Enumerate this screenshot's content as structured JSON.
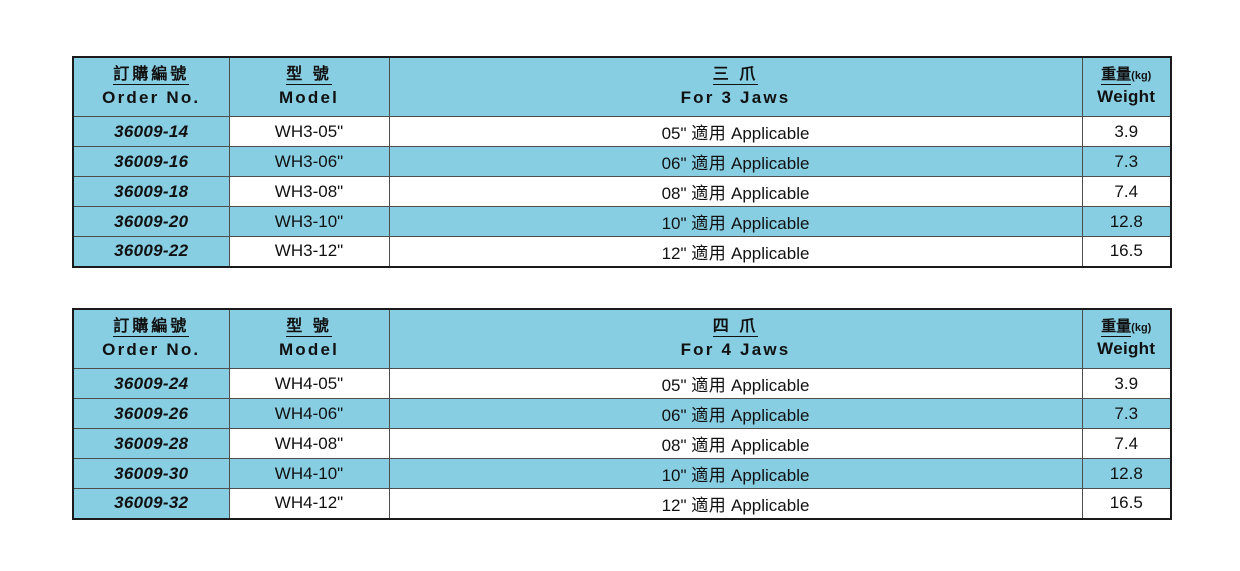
{
  "document": {
    "title": "Chuck Wrench Order Specification Tables",
    "accent_color": "#87cee3",
    "border_color": "#1a1a1a",
    "text_color": "#111111"
  },
  "tables": [
    {
      "id": "table-3jaws",
      "name": "three-jaw-chuck-table",
      "headers": {
        "order_no": {
          "cn": "訂購編號",
          "en": "Order No."
        },
        "model": {
          "cn": "型 號",
          "en": "Model"
        },
        "jaws": {
          "cn": "三 爪",
          "en": "For 3 Jaws"
        },
        "weight": {
          "cn": "重量",
          "cn_unit": "(kg)",
          "en": "Weight"
        }
      },
      "rows": [
        {
          "order_no": "36009-14",
          "model": "WH3-05\"",
          "jaws_size": "05\"",
          "jaws_cn": "適用",
          "jaws_en": "Applicable",
          "weight": "3.9",
          "shaded": false
        },
        {
          "order_no": "36009-16",
          "model": "WH3-06\"",
          "jaws_size": "06\"",
          "jaws_cn": "適用",
          "jaws_en": "Applicable",
          "weight": "7.3",
          "shaded": true
        },
        {
          "order_no": "36009-18",
          "model": "WH3-08\"",
          "jaws_size": "08\"",
          "jaws_cn": "適用",
          "jaws_en": "Applicable",
          "weight": "7.4",
          "shaded": false
        },
        {
          "order_no": "36009-20",
          "model": "WH3-10\"",
          "jaws_size": "10\"",
          "jaws_cn": "適用",
          "jaws_en": "Applicable",
          "weight": "12.8",
          "shaded": true
        },
        {
          "order_no": "36009-22",
          "model": "WH3-12\"",
          "jaws_size": "12\"",
          "jaws_cn": "適用",
          "jaws_en": "Applicable",
          "weight": "16.5",
          "shaded": false
        }
      ]
    },
    {
      "id": "table-4jaws",
      "name": "four-jaw-chuck-table",
      "headers": {
        "order_no": {
          "cn": "訂購編號",
          "en": "Order No."
        },
        "model": {
          "cn": "型 號",
          "en": "Model"
        },
        "jaws": {
          "cn": "四 爪",
          "en": "For 4 Jaws"
        },
        "weight": {
          "cn": "重量",
          "cn_unit": "(kg)",
          "en": "Weight"
        }
      },
      "rows": [
        {
          "order_no": "36009-24",
          "model": "WH4-05\"",
          "jaws_size": "05\"",
          "jaws_cn": "適用",
          "jaws_en": "Applicable",
          "weight": "3.9",
          "shaded": false
        },
        {
          "order_no": "36009-26",
          "model": "WH4-06\"",
          "jaws_size": "06\"",
          "jaws_cn": "適用",
          "jaws_en": "Applicable",
          "weight": "7.3",
          "shaded": true
        },
        {
          "order_no": "36009-28",
          "model": "WH4-08\"",
          "jaws_size": "08\"",
          "jaws_cn": "適用",
          "jaws_en": "Applicable",
          "weight": "7.4",
          "shaded": false
        },
        {
          "order_no": "36009-30",
          "model": "WH4-10\"",
          "jaws_size": "10\"",
          "jaws_cn": "適用",
          "jaws_en": "Applicable",
          "weight": "12.8",
          "shaded": true
        },
        {
          "order_no": "36009-32",
          "model": "WH4-12\"",
          "jaws_size": "12\"",
          "jaws_cn": "適用",
          "jaws_en": "Applicable",
          "weight": "16.5",
          "shaded": false
        }
      ]
    }
  ]
}
